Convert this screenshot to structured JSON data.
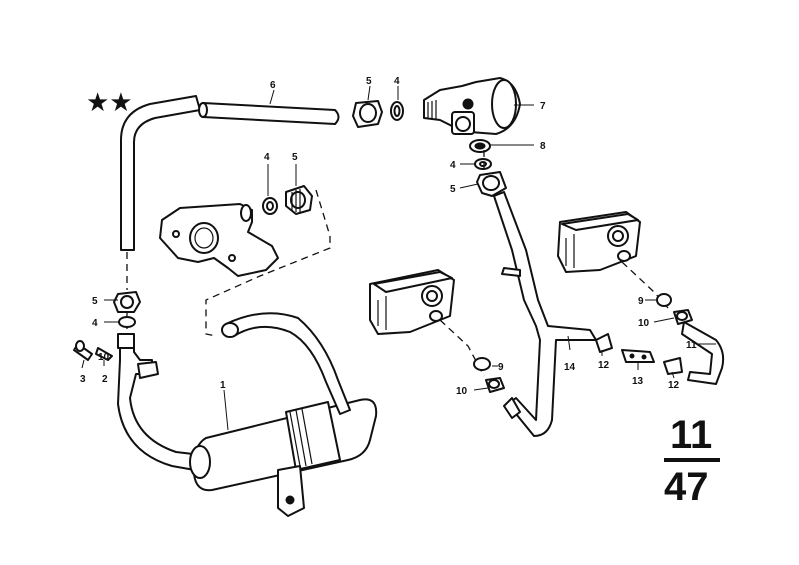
{
  "marker": "★★",
  "group": {
    "top": "11",
    "bottom": "47"
  },
  "callouts": {
    "c1": "1",
    "c2": "2",
    "c3": "3",
    "c4a": "4",
    "c4b": "4",
    "c4c": "4",
    "c4d": "4",
    "c5a": "5",
    "c5b": "5",
    "c5c": "5",
    "c5d": "5",
    "c6": "6",
    "c7": "7",
    "c8": "8",
    "c9a": "9",
    "c9b": "9",
    "c10a": "10",
    "c10b": "10",
    "c10c": "10",
    "c11": "11",
    "c12a": "12",
    "c12b": "12",
    "c13": "13",
    "c14": "14"
  },
  "colors": {
    "ink": "#111111",
    "paper": "#ffffff"
  }
}
